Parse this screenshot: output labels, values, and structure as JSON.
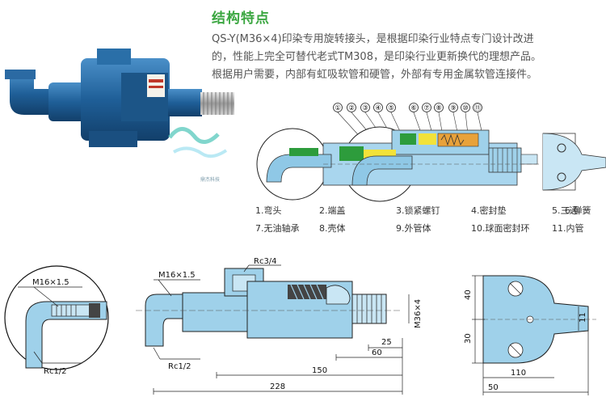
{
  "title": "结构特点",
  "description_lines": [
    "QS-Y(M36×4)印染专用旋转接头，是根据印染行业特点专门设计改进",
    "的，性能上完全可替代老式TM308，是印染行业更新换代的理想产品。",
    "根据用户需要，内部有虹吸软管和硬管，外部有专用金属软管连接件。"
  ],
  "watermark": "鼎杰科技",
  "callout_numbers": [
    "①",
    "②",
    "③",
    "④",
    "⑤",
    "⑥",
    "⑦",
    "⑧",
    "⑨",
    "⑩",
    "⑪"
  ],
  "parts": [
    "1.弯头",
    "2.端盖",
    "3.锁紧螺钉",
    "4.密封垫",
    "5.三通",
    "6.弹簧",
    "7.无油轴承",
    "8.壳体",
    "9.外管体",
    "10.球面密封环",
    "11.内管"
  ],
  "dimensions": {
    "detail_thread": "M16×1.5",
    "detail_port": "Rc1/2",
    "main_thread_left": "M16×1.5",
    "main_top_port": "Rc3/4",
    "main_left_port": "Rc1/2",
    "main_outer_thread": "M36×4",
    "len_25": "25",
    "len_60": "60",
    "len_150": "150",
    "len_228": "228",
    "side_40": "40",
    "side_30": "30",
    "side_11": "11",
    "side_110": "110",
    "side_50": "50"
  },
  "colors": {
    "title_green": "#3aa640",
    "body_blue": "#2a6fa8",
    "drawing_blue": "#9fd1ea",
    "seal_green": "#2d9c3c",
    "spring_orange": "#e8a23a",
    "seal_yellow": "#f2e23a"
  }
}
